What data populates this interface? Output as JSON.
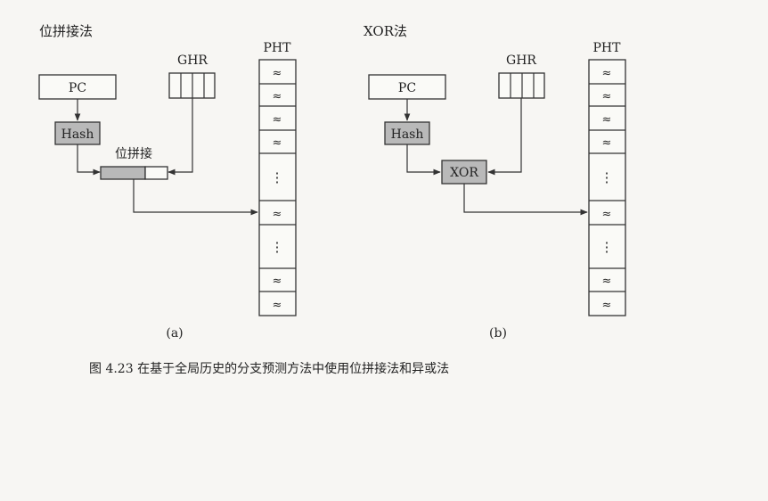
{
  "left": {
    "title": "位拼接法",
    "pc": "PC",
    "hash": "Hash",
    "ghr": "GHR",
    "pht_label": "PHT",
    "concat_label": "位拼接",
    "caption": "(a)"
  },
  "right": {
    "title": "XOR法",
    "pc": "PC",
    "hash": "Hash",
    "ghr": "GHR",
    "pht_label": "PHT",
    "xor": "XOR",
    "caption": "(b)"
  },
  "pht_entry_symbol": "≈",
  "pht_ellipsis": "⋮",
  "figure_caption": "图 4.23   在基于全局历史的分支预测方法中使用位拼接法和异或法"
}
